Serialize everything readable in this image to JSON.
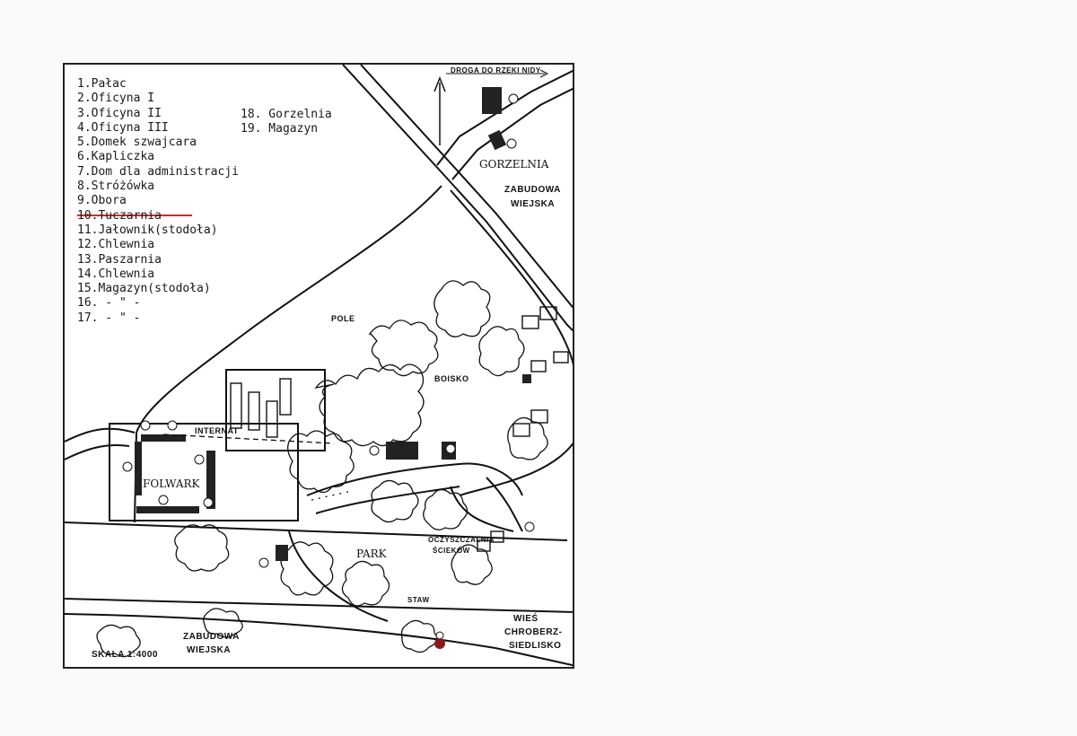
{
  "legend": {
    "items": [
      "1.Pałac",
      "2.Oficyna I",
      "3.Oficyna II",
      "4.Oficyna III",
      "5.Domek szwajcara",
      "6.Kapliczka",
      "7.Dom dla administracji",
      "8.Stróżówka",
      "9.Obora",
      "10.Tuczarnia",
      "11.Jałownik(stodoła)",
      "12.Chlewnia",
      "13.Paszarnia",
      "14.Chlewnia",
      "15.Magazyn(stodoła)",
      "16. - \" -",
      "17. - \" -"
    ],
    "items_right": [
      "18. Gorzelnia",
      "19. Magazyn"
    ],
    "highlighted_item": "6.Kapliczka",
    "highlight_color": "#d9262b"
  },
  "map_labels": {
    "road": "DROGA DO RZEKI NIDY",
    "gorzelnia": "GORZELNIA",
    "zabudowa_ne": [
      "ZABUDOWA",
      "WIEJSKA"
    ],
    "pole": "POLE",
    "boisko": "BOISKO",
    "internat": "INTERNAT",
    "folwark": "FOLWARK",
    "park": "PARK",
    "oczyszczalnia": [
      "OCZYSZCZALNIA",
      "ŚCIEKÓW"
    ],
    "staw": "STAW",
    "wies": [
      "WIEŚ",
      "CHROBERZ-",
      "SIEDLISKO"
    ],
    "zabudowa_s": [
      "ZABUDOWA",
      "WIEJSKA"
    ],
    "scale": "SKALA 1:4000"
  },
  "colors": {
    "ink": "#111111",
    "paper": "#fafaf8",
    "chapel_marker": "#8b1a1a"
  }
}
